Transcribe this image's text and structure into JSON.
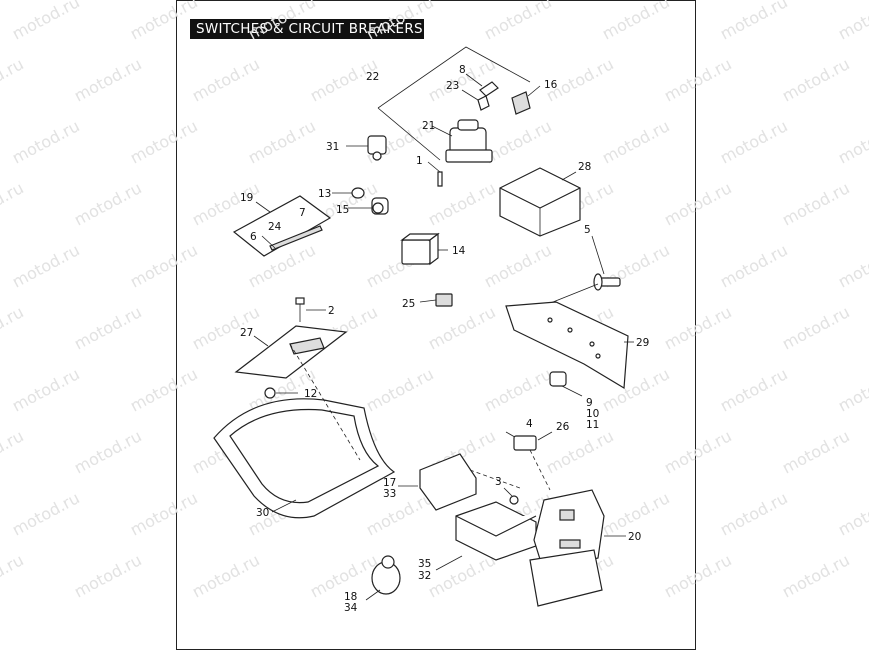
{
  "title": "SWITCHES & CIRCUIT BREAKERS",
  "watermark": "motod.ru",
  "callouts": {
    "c22": "22",
    "c8": "8",
    "c23": "23",
    "c16": "16",
    "c21": "21",
    "c31": "31",
    "c1": "1",
    "c28": "28",
    "c13": "13",
    "c15": "15",
    "c19": "19",
    "c7": "7",
    "c24": "24",
    "c6": "6",
    "c14": "14",
    "c5": "5",
    "c25": "25",
    "c2": "2",
    "c27": "27",
    "c29": "29",
    "c12": "12",
    "c9": "9",
    "c10": "10",
    "c11": "11",
    "c4": "4",
    "c26": "26",
    "c17": "17",
    "c33": "33",
    "c3": "3",
    "c30": "30",
    "c20": "20",
    "c35": "35",
    "c32": "32",
    "c18": "18",
    "c34": "34"
  }
}
